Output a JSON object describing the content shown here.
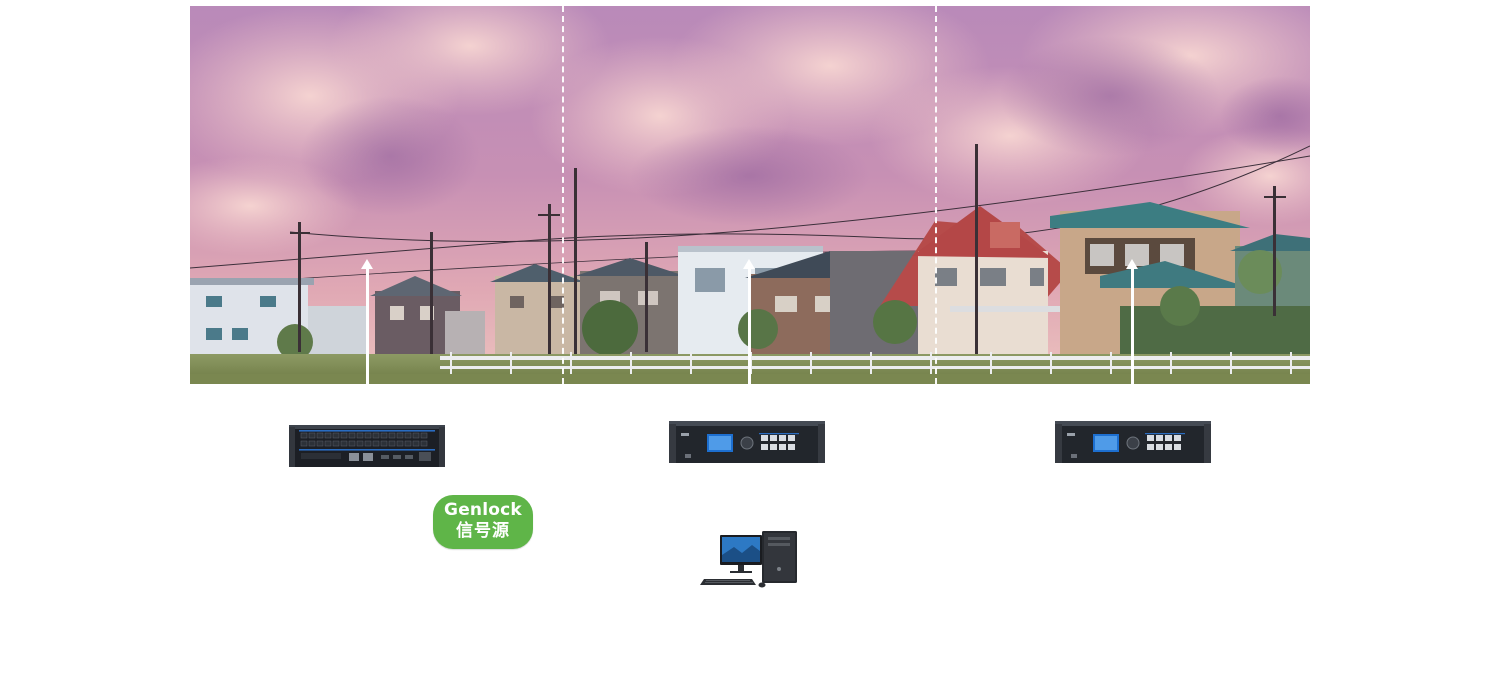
{
  "scene": {
    "name": "led-wall-street-scene",
    "sky_colors": [
      "#c98bb4",
      "#b485b8",
      "#d89aaa",
      "#e7b7b8"
    ],
    "ground_color": "#7d8a55",
    "segments": 3
  },
  "devices": [
    {
      "name": "genlock-sync-unit",
      "kind": "distribution-switch",
      "color": "#1f232a",
      "accent": "#1f6fc6"
    },
    {
      "name": "video-processor-center",
      "kind": "video-processor",
      "color": "#1f232a",
      "accent": "#1f6fc6"
    },
    {
      "name": "video-processor-right",
      "kind": "video-processor",
      "color": "#1f232a",
      "accent": "#1f6fc6"
    }
  ],
  "genlock": {
    "line1": "Genlock",
    "line2": "信号源",
    "color": "#5fb548"
  },
  "computer": {
    "name": "control-pc",
    "icon": "desktop-computer-icon"
  }
}
